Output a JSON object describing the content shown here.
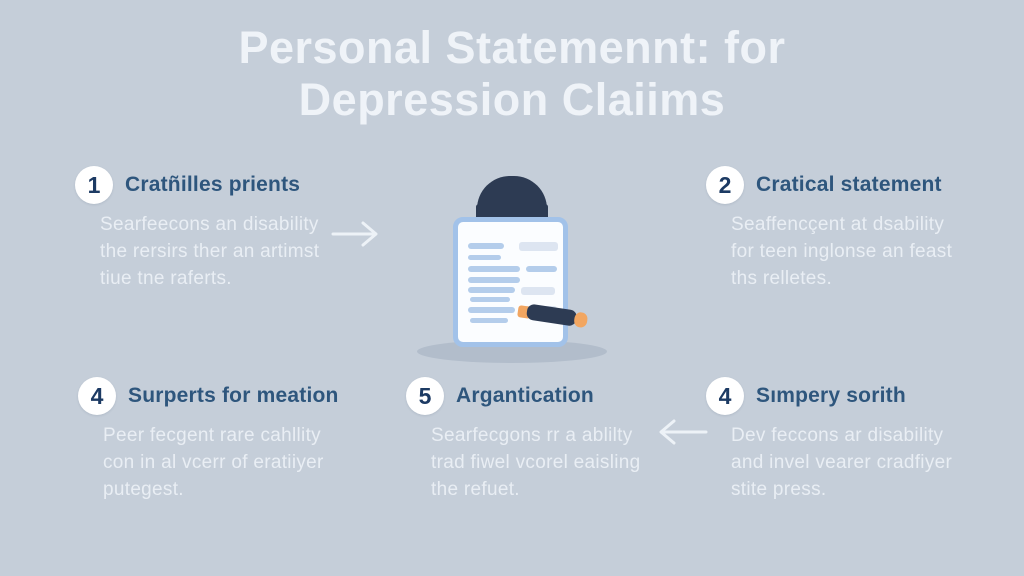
{
  "title": {
    "line1": "Personal Statemennt: for",
    "line2": "Depression Claiims"
  },
  "items": [
    {
      "number": "1",
      "heading": "Cratñilles prients",
      "body": "Searfeecons an disability\nthe rersirs ther an artimst\ntiue tne raferts."
    },
    {
      "number": "2",
      "heading": "Cratical statement",
      "body": "Seaffencçent at dsability\nfor teen inglonse an feast\nths relletes."
    },
    {
      "number": "4",
      "heading": "Surperts for meation",
      "body": "Peer fecgent rare cahllity\ncon in al vcerr of eratiiyer\nputegest."
    },
    {
      "number": "5",
      "heading": "Argantication",
      "body": "Searfecgons rr a ablilty\ntrad fiwel vcorel eaisling\nthe refuet."
    },
    {
      "number": "4",
      "heading": "Sımpery sorith",
      "body": "Dev feccons ar disability\nand invel vearer cradfiyer\nstite press."
    }
  ],
  "icons": {
    "right_arrow": "right-arrow-icon",
    "left_arrow": "left-arrow-icon",
    "illustration": "person-writing-on-document"
  },
  "colors": {
    "background": "#c5ced9",
    "title_text": "#eff3f8",
    "heading_text": "#2e567d",
    "body_text": "#e9eef4",
    "badge_background": "#ffffff",
    "badge_number": "#1c3a63",
    "arrow": "#edf2f7",
    "document_border": "#a2c2e9",
    "document_fill": "#fbfdff",
    "document_line": "#b4cdeb",
    "hair": "#2d3b53",
    "skin": "#f2a661",
    "shadow": "#b2bdcb"
  }
}
